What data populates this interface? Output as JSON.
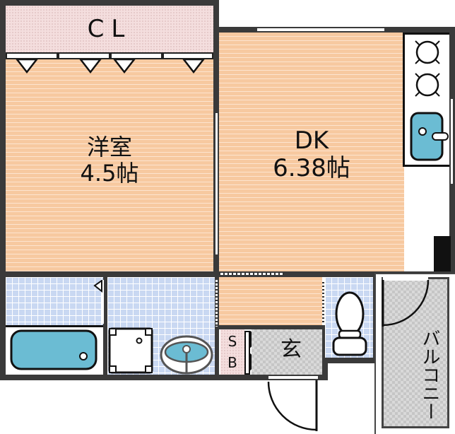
{
  "floorplan": {
    "rooms": [
      {
        "id": "closet",
        "label": "CL"
      },
      {
        "id": "western_room",
        "label": "洋室",
        "size": "4.5帖"
      },
      {
        "id": "dining_kitchen",
        "label": "DK",
        "size": "6.38帖"
      },
      {
        "id": "shoe_box",
        "label_top": "S",
        "label_bottom": "B"
      },
      {
        "id": "entrance",
        "label": "玄"
      },
      {
        "id": "balcony",
        "label": "バルコニー"
      }
    ],
    "fixtures": [
      "gas-stove-2-burner",
      "kitchen-sink",
      "bathtub",
      "washing-machine-space",
      "washbasin",
      "toilet"
    ],
    "colors": {
      "wall": "#3a3a3a",
      "wood_floor": "#f7c9a0",
      "tile_floor": "#c9d8f2",
      "closet_floor": "#f4dede",
      "fixture_blue": "#6bbcd3",
      "balcony_floor": "#d9d9d9"
    }
  }
}
